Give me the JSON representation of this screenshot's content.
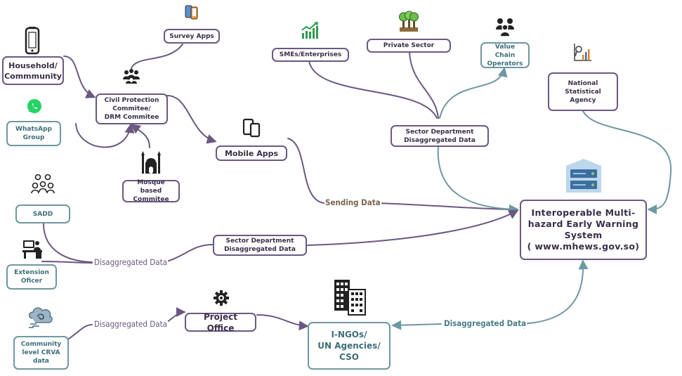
{
  "nodes": {
    "household": "Household/\nCommmunity",
    "whatsapp": "WhatsApp\nGroup",
    "civil_protection": "Civil Protection\nCommitee/\nDRM Commitee",
    "survey_apps": "Survey Apps",
    "mosque": "Mosque based\nCommitee",
    "mobile_apps": "Mobile Apps",
    "smes": "SMEs/Enterprises",
    "private_sector": "Private Sector",
    "value_chain": "Value Chain\nOperators",
    "sector_dept_top": "Sector Department\nDisaggregated Data",
    "national_stat": "National\nStatistical\nAgency",
    "mhews": "Interoperable Multi-\nhazard Early Warning\nSystem\n( www.mhews.gov.so)",
    "sadd": "SADD",
    "extension": "Extension\nOficer",
    "sector_dept_mid": "Sector Department\nDisaggregated Data",
    "project_office": "Project Office",
    "community_crva": "Community\nlevel CRVA data",
    "ingos": "I-NGOs/\nUN Agencies/\nCSO"
  },
  "flow_labels": {
    "sending_data": "Sending Data",
    "disagg_1": "Disaggregated Data",
    "disagg_2": "Disaggregated Data",
    "disagg_3": "Disaggregated Data"
  },
  "colors": {
    "purple": "#6b5882",
    "teal": "#6e98a1",
    "brown": "#7a6450",
    "green": "#2e9e4f",
    "whatsapp": "#25d366",
    "server": "#3c6ea0"
  },
  "icons": [
    "mobile-phone-icon",
    "smartphones-icon",
    "people-group-icon",
    "whatsapp-icon",
    "mosque-icon",
    "mobile-devices-icon",
    "growth-chart-icon",
    "trees-icon",
    "operators-group-icon",
    "analytics-chart-icon",
    "server-icon",
    "people-network-icon",
    "desk-worker-icon",
    "gear-icon",
    "office-buildings-icon",
    "climate-cloud-icon"
  ]
}
